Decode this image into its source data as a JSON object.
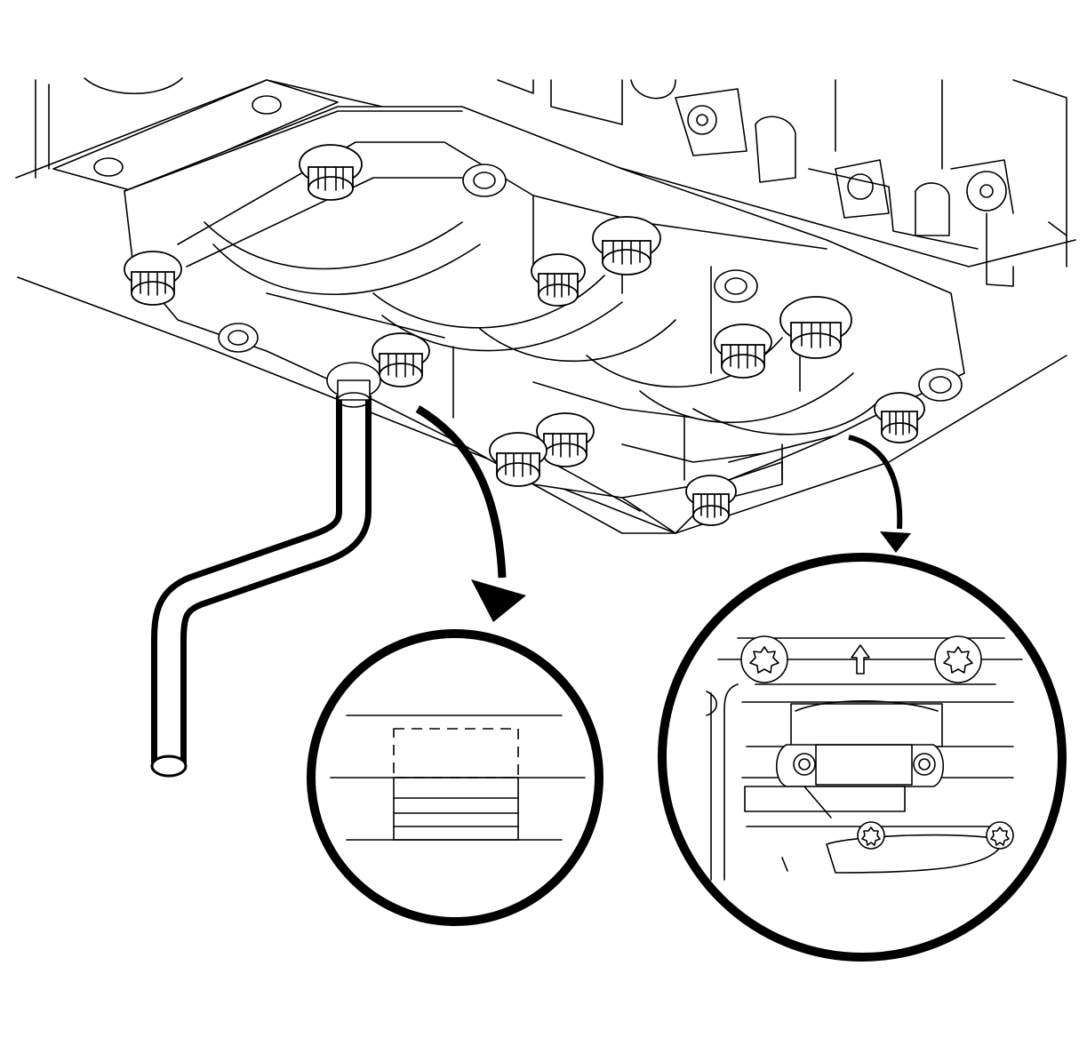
{
  "diagram": {
    "subject": "valve-body-bolt-removal",
    "colors": {
      "line": "#000000",
      "background": "#ffffff"
    },
    "callouts": [
      {
        "id": "bolt-head-detail"
      },
      {
        "id": "valve-body-detail"
      }
    ]
  }
}
